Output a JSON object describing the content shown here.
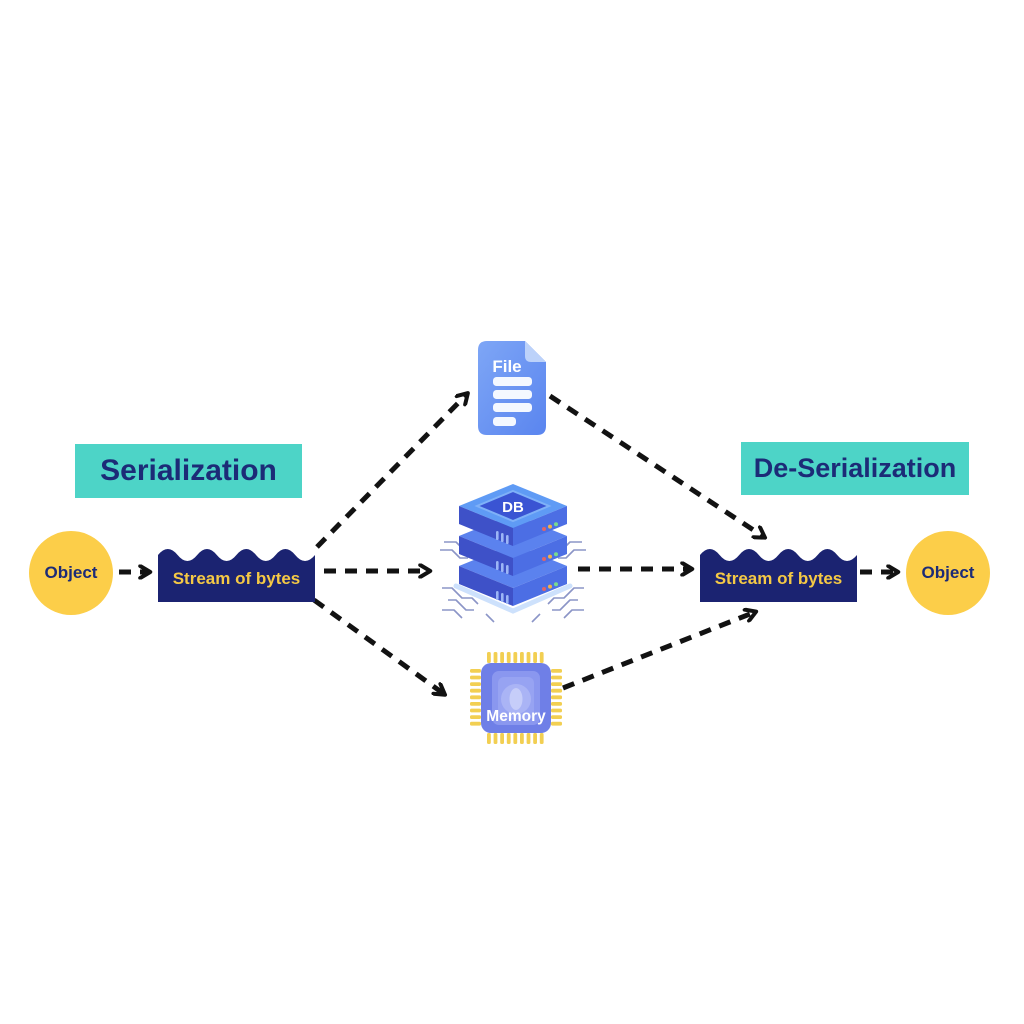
{
  "diagram": {
    "title_left": "Serialization",
    "title_right": "De-Serialization",
    "object_left": "Object",
    "object_right": "Object",
    "stream_left": "Stream of bytes",
    "stream_right": "Stream of bytes",
    "file_label": "File",
    "db_label": "DB",
    "memory_label": "Memory"
  },
  "colors": {
    "background": "#ffffff",
    "teal_box": "#4dd4c7",
    "navy_text": "#1c2b77",
    "banner_navy": "#1b2371",
    "object_yellow": "#fcce49",
    "banner_text_yellow": "#f5c945",
    "arrow_black": "#121212",
    "file_blue": "#6d97f2",
    "file_fold_blue": "#bcd2fa",
    "db_top_blue": "#5f9bf5",
    "db_face_blue": "#4c6ee4",
    "db_dark_blue": "#3a54d3",
    "memory_periwinkle": "#6f7fe7",
    "pin_yellow": "#f2cf52",
    "circuit_gray": "#8b95c7"
  },
  "connections": [
    {
      "from": "object-left",
      "to": "stream-left"
    },
    {
      "from": "stream-left",
      "to": "file"
    },
    {
      "from": "stream-left",
      "to": "db"
    },
    {
      "from": "stream-left",
      "to": "memory"
    },
    {
      "from": "file",
      "to": "stream-right"
    },
    {
      "from": "db",
      "to": "stream-right"
    },
    {
      "from": "memory",
      "to": "stream-right"
    },
    {
      "from": "stream-right",
      "to": "object-right"
    }
  ]
}
